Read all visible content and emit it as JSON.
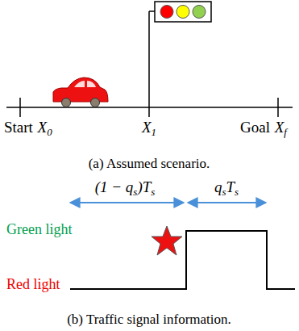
{
  "diagram": {
    "labels": [
      "Start",
      "X",
      "0",
      "X",
      "1",
      "Goal",
      "X",
      "f",
      "(a) Assumed scenario.",
      "(1 − q",
      "s",
      ")T",
      "s",
      "q",
      "s",
      "T",
      "s",
      "Green light",
      "Red light",
      "(b) Traffic signal information."
    ]
  }
}
